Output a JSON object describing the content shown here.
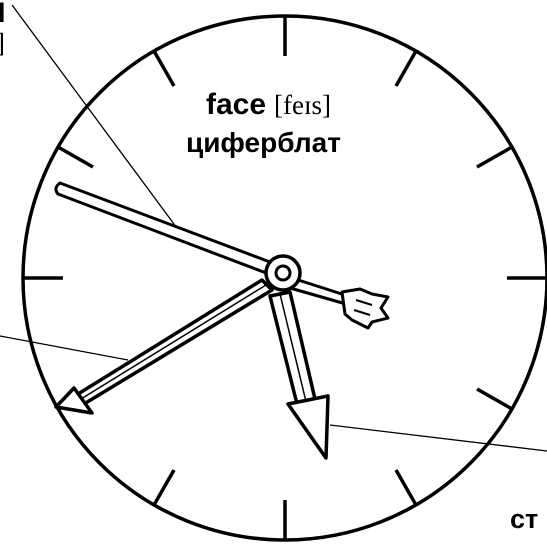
{
  "face_label": {
    "english": "face",
    "transcription": "[feɪs]",
    "russian": "циферблат"
  },
  "edge_fragments": {
    "top_left_word_fragment": "l",
    "top_left_bracket_fragment": "]",
    "bottom_right_fragment": "ст"
  }
}
